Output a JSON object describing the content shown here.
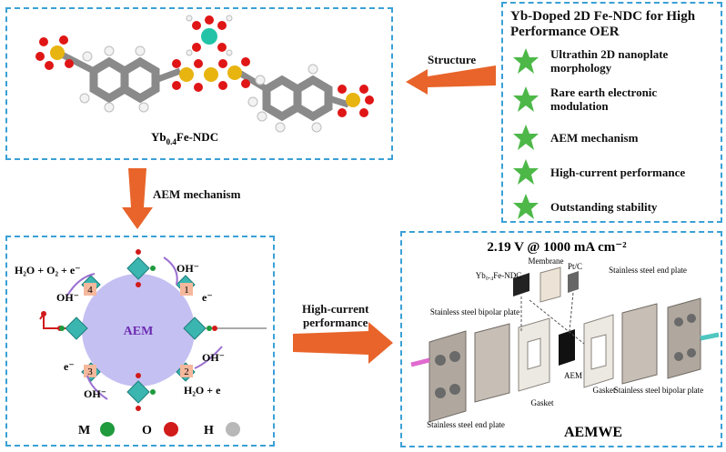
{
  "structure_panel": {
    "compound_label_main": "Yb",
    "compound_label_sub": "0.4",
    "compound_label_rest": "Fe-NDC"
  },
  "highlights_panel": {
    "title_line1": "Yb-Doped 2D Fe-NDC for High",
    "title_line2": "Performance OER",
    "items": [
      {
        "line1": "Ultrathin 2D nanoplate",
        "line2": "morphology"
      },
      {
        "line1": "Rare earth electronic",
        "line2": "modulation"
      },
      {
        "line1": "AEM mechanism",
        "line2": ""
      },
      {
        "line1": "High-current performance",
        "line2": ""
      },
      {
        "line1": "Outstanding stability",
        "line2": ""
      }
    ],
    "star_color": "#4db848"
  },
  "arrows": {
    "structure_label": "Structure",
    "aem_label": "AEM mechanism",
    "performance_line1": "High-current",
    "performance_line2": "performance",
    "arrow_color": "#e8642a"
  },
  "aem_panel": {
    "center_label": "AEM",
    "reactants_top_left": "H₂O + O₂ + e⁻",
    "oh_top_right": "OH⁻",
    "e_right": "e⁻",
    "oh_right": "OH⁻",
    "h2o_bottom_right": "H₂O + e",
    "e_bottom_left": "e⁻",
    "oh_bottom_left": "OH⁻",
    "oh_left": "OH⁻",
    "steps": [
      "1",
      "2",
      "3",
      "4"
    ],
    "legend": [
      {
        "label": "M",
        "color": "#1f9a3c"
      },
      {
        "label": "O",
        "color": "#d11a1a"
      },
      {
        "label": "H",
        "color": "#b8b8b8"
      }
    ]
  },
  "aemwe_panel": {
    "voltage_label": "2.19 V @ 1000 mA cm⁻²",
    "title": "AEMWE",
    "parts": {
      "membrane": "Membrane",
      "ptc": "Pt/C",
      "ybfe": "Yb₀.₄Fe-NDC",
      "stainless_end_top": "Stainless steel end plate",
      "stainless_bipolar_left": "Stainless steel bipolar plate",
      "aem": "AEM",
      "gasket_left": "Gasket",
      "gasket_right": "Gasket",
      "stainless_bipolar_right": "Stainless steel bipolar plate",
      "stainless_end_bottom": "Stainless steel end plate"
    }
  }
}
